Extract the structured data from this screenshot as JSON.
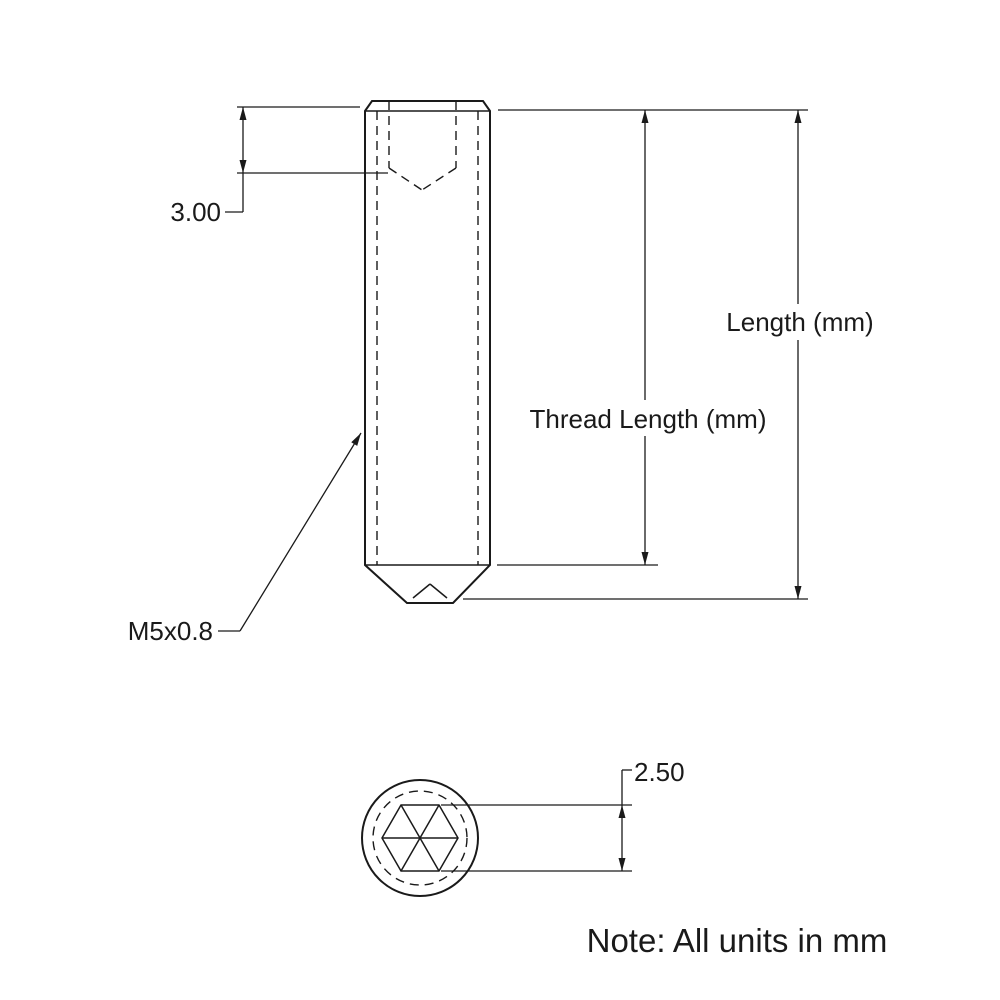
{
  "drawing": {
    "labels": {
      "socket_depth": "3.00",
      "length": "Length (mm)",
      "thread_length": "Thread Length (mm)",
      "thread_spec": "M5x0.8",
      "hex_across_flats": "2.50",
      "note": "Note: All units in mm"
    },
    "colors": {
      "line": "#1a1a1a",
      "background": "#ffffff"
    }
  }
}
